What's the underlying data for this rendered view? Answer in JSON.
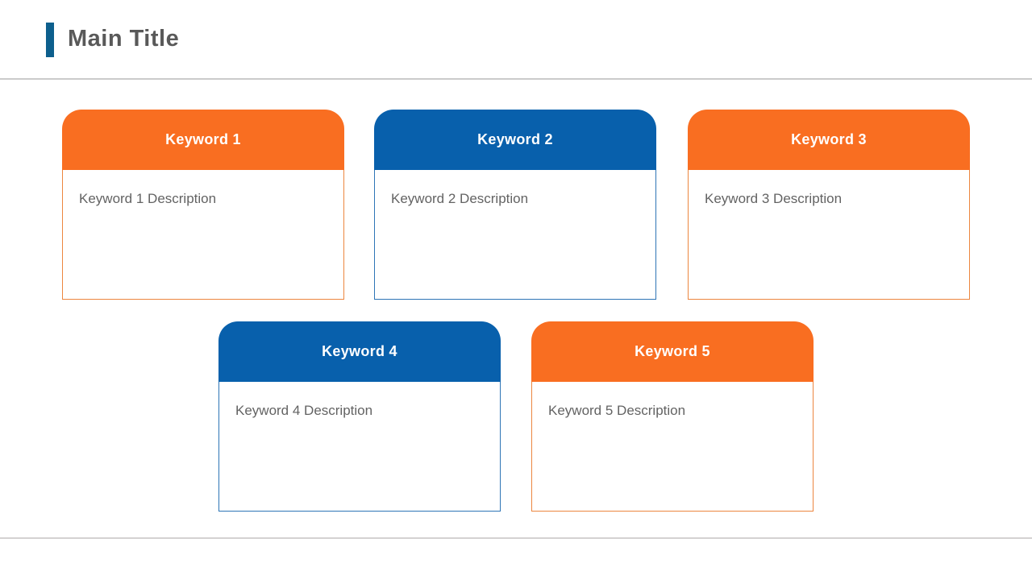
{
  "slide": {
    "header": {
      "title": "Main Title"
    },
    "cards": [
      {
        "title": "Keyword 1",
        "description": "Keyword 1 Description",
        "theme": "orange"
      },
      {
        "title": "Keyword 2",
        "description": "Keyword 2 Description",
        "theme": "blue"
      },
      {
        "title": "Keyword 3",
        "description": "Keyword 3 Description",
        "theme": "orange"
      },
      {
        "title": "Keyword 4",
        "description": "Keyword 4 Description",
        "theme": "blue"
      },
      {
        "title": "Keyword 5",
        "description": "Keyword 5 Description",
        "theme": "orange"
      }
    ],
    "colors": {
      "accent_bar": "#0d5f8d",
      "title_text": "#595959",
      "card_orange": "#f96e21",
      "card_blue": "#0860ac",
      "divider": "#cbcbcb",
      "description_text": "#636363",
      "card_header_text": "#ffffff"
    }
  }
}
